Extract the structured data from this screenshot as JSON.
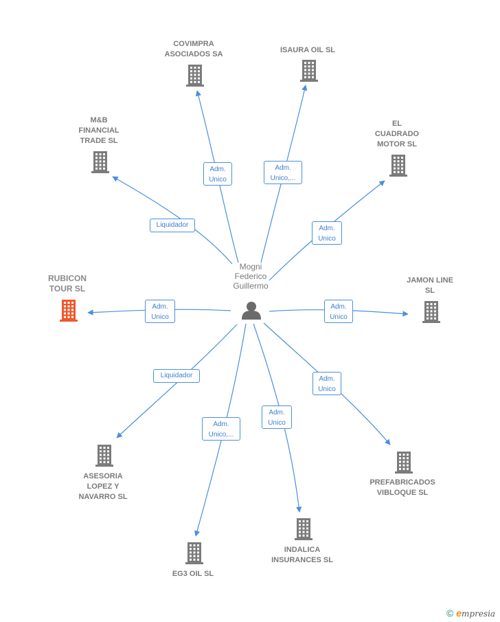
{
  "center": {
    "name": "Mogni\nFederico\nGuillermo",
    "icon": "person-icon"
  },
  "companies": [
    {
      "id": "covimpra",
      "name": "COVIMPRA\nASOCIADOS SA",
      "role": "Adm.\nUnico",
      "highlight": false
    },
    {
      "id": "isaura",
      "name": "ISAURA OIL  SL",
      "role": "Adm.\nUnico,...",
      "highlight": false
    },
    {
      "id": "mb",
      "name": "M&B\nFINANCIAL\nTRADE  SL",
      "role": "Liquidador",
      "highlight": false
    },
    {
      "id": "cuadrado",
      "name": "EL\nCUADRADO\nMOTOR  SL",
      "role": "Adm.\nUnico",
      "highlight": false
    },
    {
      "id": "rubicon",
      "name": "RUBICON\nTOUR  SL",
      "role": "Adm.\nUnico",
      "highlight": true
    },
    {
      "id": "jamon",
      "name": "JAMON LINE\nSL",
      "role": "Adm.\nUnico",
      "highlight": false
    },
    {
      "id": "asesoria",
      "name": "ASESORIA\nLOPEZ Y\nNAVARRO SL",
      "role": "Liquidador",
      "highlight": false
    },
    {
      "id": "prefabricados",
      "name": "PREFABRICADOS\nVIBLOQUE SL",
      "role": "Adm.\nUnico",
      "highlight": false
    },
    {
      "id": "eg3",
      "name": "EG3 OIL  SL",
      "role": "Adm.\nUnico,...",
      "highlight": false
    },
    {
      "id": "indalica",
      "name": "INDALICA\nINSURANCES SL",
      "role": "Adm.\nUnico",
      "highlight": false
    }
  ],
  "colors": {
    "edge": "#4a8fdc",
    "building": "#7b7b7b",
    "highlight": "#f0582a",
    "person": "#6b6b6b"
  },
  "footer": {
    "copyright": "©",
    "brand_e": "e",
    "brand_rest": "mpresia"
  }
}
